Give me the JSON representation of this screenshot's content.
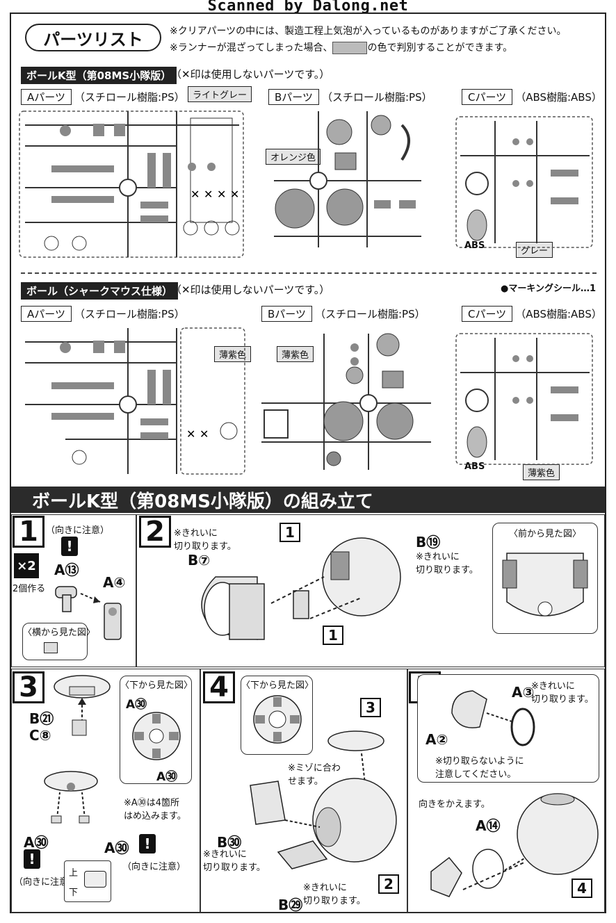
{
  "watermark": "Scanned by Dalong.net",
  "header": {
    "title": "パーツリスト",
    "note1": "※クリアパーツの中には、製造工程上気泡が入っているものがありますがご了承ください。",
    "note2_pre": "※ランナーが混ざってしまった場合、",
    "note2_post": "の色で判別することができます。"
  },
  "section1": {
    "title": "ボールK型（第08MS小隊版）",
    "subtitle": "（✕印は使用しないパーツです。）",
    "a_label": "Aパーツ",
    "a_mat": "（スチロール樹脂:PS）",
    "b_label": "Bパーツ",
    "b_mat": "（スチロール樹脂:PS）",
    "c_label": "Cパーツ",
    "c_mat": "（ABS樹脂:ABS）",
    "tag_a": "ライトグレー",
    "tag_b": "オレンジ色",
    "tag_c": "グレー",
    "abs_mark": "ABS"
  },
  "section2": {
    "title": "ボール（シャークマウス仕様）",
    "subtitle": "（✕印は使用しないパーツです。）",
    "marking": "●マーキングシール…1",
    "a_label": "Aパーツ",
    "a_mat": "（スチロール樹脂:PS）",
    "b_label": "Bパーツ",
    "b_mat": "（スチロール樹脂:PS）",
    "c_label": "Cパーツ",
    "c_mat": "（ABS樹脂:ABS）",
    "tag_a": "薄紫色",
    "tag_b": "薄紫色",
    "tag_c": "薄紫色",
    "abs_mark": "ABS"
  },
  "assembly": {
    "banner": "ボールK型（第08MS小隊版）の組み立て",
    "step1": {
      "num": "1",
      "caution": "（向きに注意）",
      "mult": "×2",
      "make": "2個作る",
      "p1": "A⑬",
      "p2": "A④",
      "view": "〈横から見た図〉"
    },
    "step2": {
      "num": "2",
      "cut1": "※きれいに\n切り取ります。",
      "p1": "B⑦",
      "p2": "B⑲",
      "cut2": "※きれいに\n切り取ります。",
      "ref": "1",
      "view": "〈前から見た図〉"
    },
    "step3": {
      "num": "3",
      "p1": "B㉑",
      "p2": "C⑧",
      "view": "〈下から見た図〉",
      "pa": "A㉚",
      "pb": "A㉚",
      "note": "※A㉚は4箇所\nはめ込みます。",
      "pc": "A㉚",
      "pd": "A㉚",
      "caution1": "（向きに注意）",
      "caution2": "（向きに注意）",
      "up": "上",
      "down": "下"
    },
    "step4": {
      "num": "4",
      "view": "〈下から見た図〉",
      "ref3": "3",
      "groove": "※ミゾに合わ\nせます。",
      "p1": "B㉚",
      "cut1": "※きれいに\n切り取ります。",
      "p2": "B㉙",
      "cut2": "※きれいに\n切り取ります。",
      "ref2": "2"
    },
    "step5": {
      "num": "5",
      "p1": "A③",
      "cut1": "※きれいに\n切り取ります。",
      "p2": "A②",
      "nocut": "※切り取らないように\n注意してください。",
      "turn": "向きをかえます。",
      "p3": "A⑭",
      "ref4": "4"
    }
  }
}
